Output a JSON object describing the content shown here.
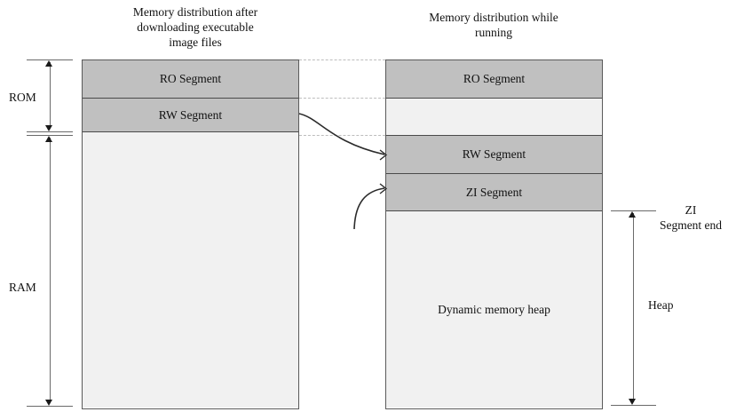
{
  "diagram": {
    "titles": {
      "left": "Memory distribution after\ndownloading executable\nimage files",
      "right": "Memory distribution while\nrunning"
    },
    "left_column": {
      "segments": [
        {
          "label": "RO Segment",
          "kind": "filled"
        },
        {
          "label": "RW Segment",
          "kind": "filled"
        },
        {
          "label": "",
          "kind": "empty"
        }
      ]
    },
    "right_column": {
      "segments": [
        {
          "label": "RO Segment",
          "kind": "filled"
        },
        {
          "label": "",
          "kind": "empty-bordered"
        },
        {
          "label": "RW Segment",
          "kind": "filled"
        },
        {
          "label": "ZI Segment",
          "kind": "filled"
        },
        {
          "label": "Dynamic memory heap",
          "kind": "empty"
        }
      ]
    },
    "dimensions": {
      "rom": "ROM",
      "ram": "RAM",
      "zi_segment_end": "ZI\nSegment end",
      "heap": "Heap"
    },
    "colors": {
      "segment_fill": "#c0c0c0",
      "empty_fill": "#f1f1f1",
      "border": "#4a4a4a",
      "connector": "#bdbdbd",
      "arrow": "#1a1a1a",
      "text": "#111111",
      "background": "#ffffff"
    }
  }
}
